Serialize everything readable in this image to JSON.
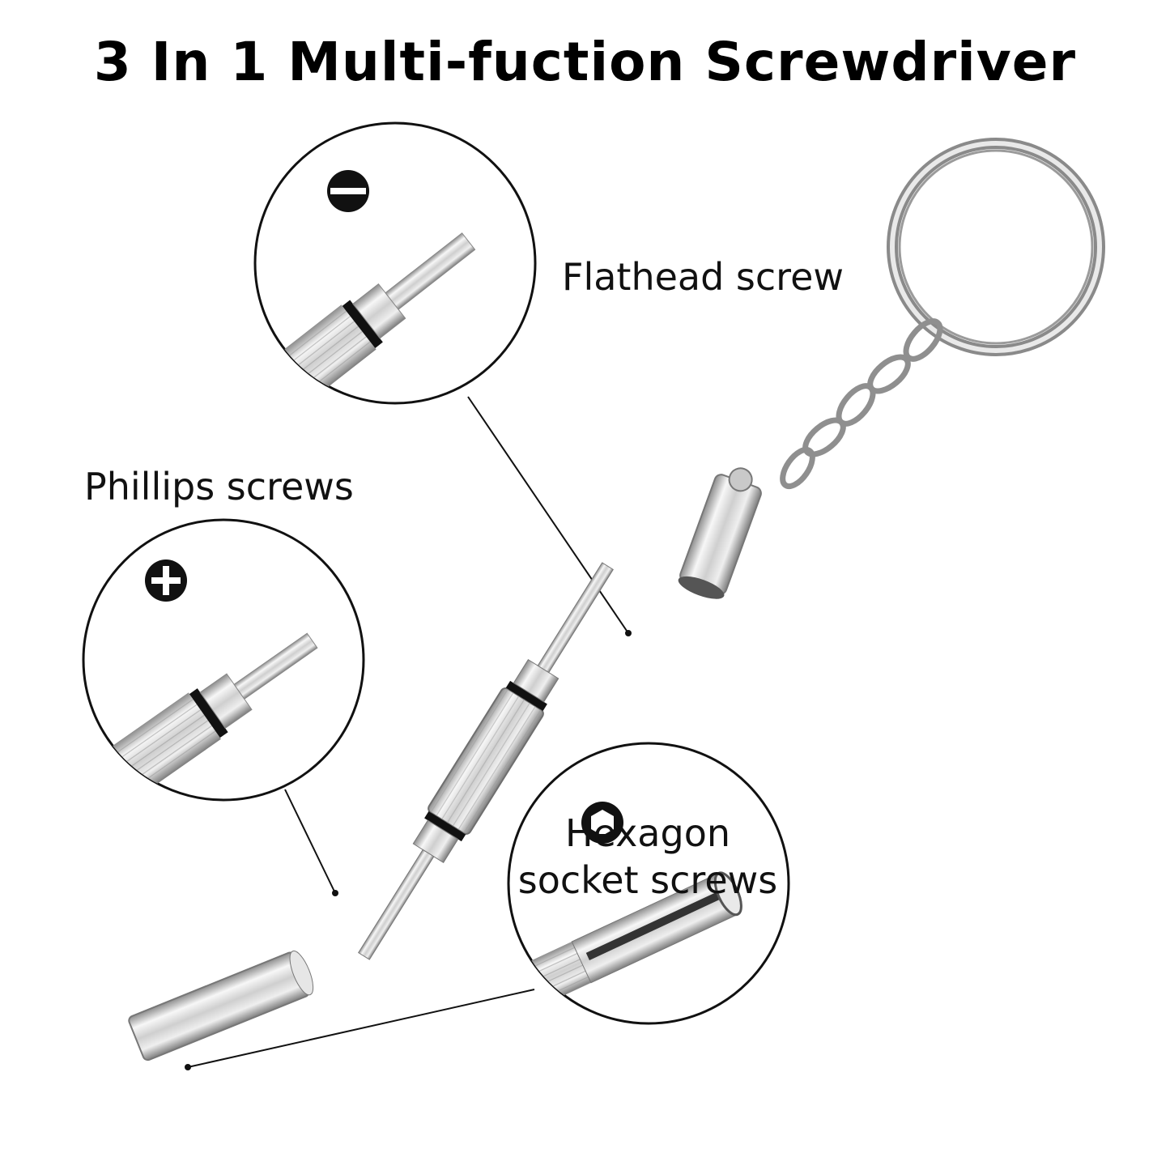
{
  "title": "3 In 1 Multi-fuction Screwdriver",
  "labels": {
    "flathead": "Flathead screw",
    "phillips": "Phillips screws",
    "hexagon_line1": "Hexagon",
    "hexagon_line2": "socket screws"
  },
  "icons": {
    "flathead": "flathead-slot-icon",
    "phillips": "phillips-cross-icon",
    "hexagon": "hexagon-socket-icon"
  },
  "colors": {
    "metal_light": "#f4f4f4",
    "metal_mid": "#bdbdbd",
    "metal_dark": "#7a7a7a",
    "ring": "#111111"
  }
}
